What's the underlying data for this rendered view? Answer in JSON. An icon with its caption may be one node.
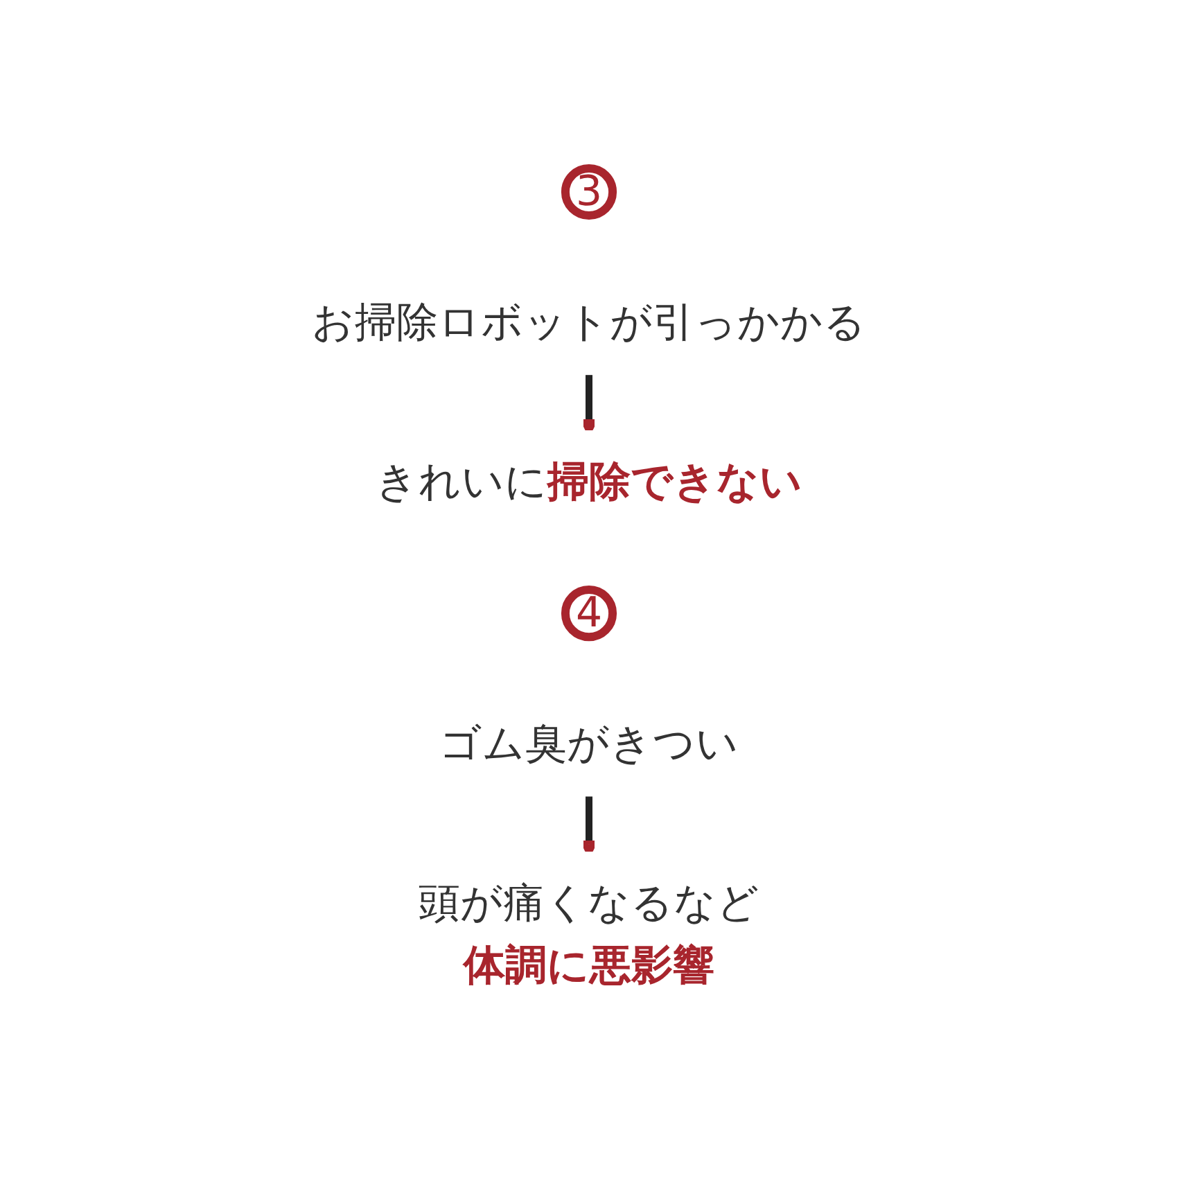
{
  "diagram": {
    "nodes": [
      {
        "text": [
          "3"
        ]
      },
      {
        "text": [
          "お掃除ロボットが引っかかる"
        ]
      },
      {
        "text": [
          "きれいに**掃除できない**"
        ]
      },
      {
        "text": [
          "4"
        ]
      },
      {
        "text": [
          "ゴム臭がきつい"
        ]
      },
      {
        "text": [
          "頭が痛くなるなど",
          "**体調に悪影響**"
        ]
      }
    ],
    "edges": [
      {
        "from": 1,
        "to": 2,
        "arrow": "to"
      },
      {
        "from": 4,
        "to": 5,
        "arrow": "to"
      }
    ]
  }
}
